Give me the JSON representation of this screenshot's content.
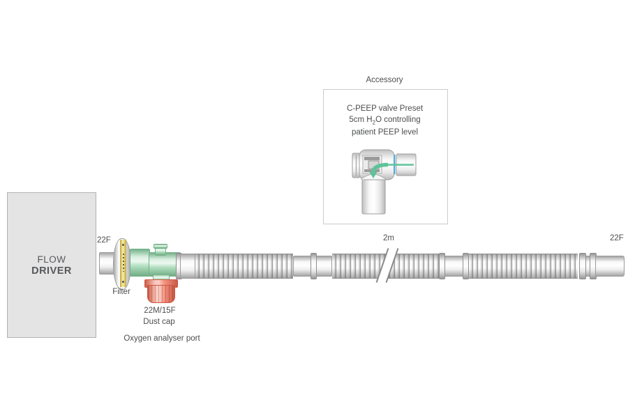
{
  "diagram": {
    "flow_driver": {
      "line1": "FLOW",
      "line2": "DRIVER"
    },
    "labels": {
      "left_port_size": "22F",
      "filter": "Filter",
      "dust_cap_size": "22M/15F",
      "dust_cap": "Dust cap",
      "oxygen_port": "Oxygen analyser port",
      "tube_length": "2m",
      "right_port_size": "22F"
    },
    "accessory": {
      "title": "Accessory",
      "desc_line1": "C-PEEP valve Preset",
      "desc_line2_pre": "5cm H",
      "desc_line2_sub": "2",
      "desc_line2_post": "O controlling",
      "desc_line3": "patient PEEP level"
    },
    "colors": {
      "connector_green": "#a9dcb9",
      "dust_cap_red": "#f28a76",
      "filter_band_yellow": "#f2dc5c",
      "tube_gray": "#ececec",
      "label_text": "#4c4d4f",
      "flow_arrow_green": "#5fc39a",
      "diaphragm_blue": "#56aedd"
    }
  }
}
